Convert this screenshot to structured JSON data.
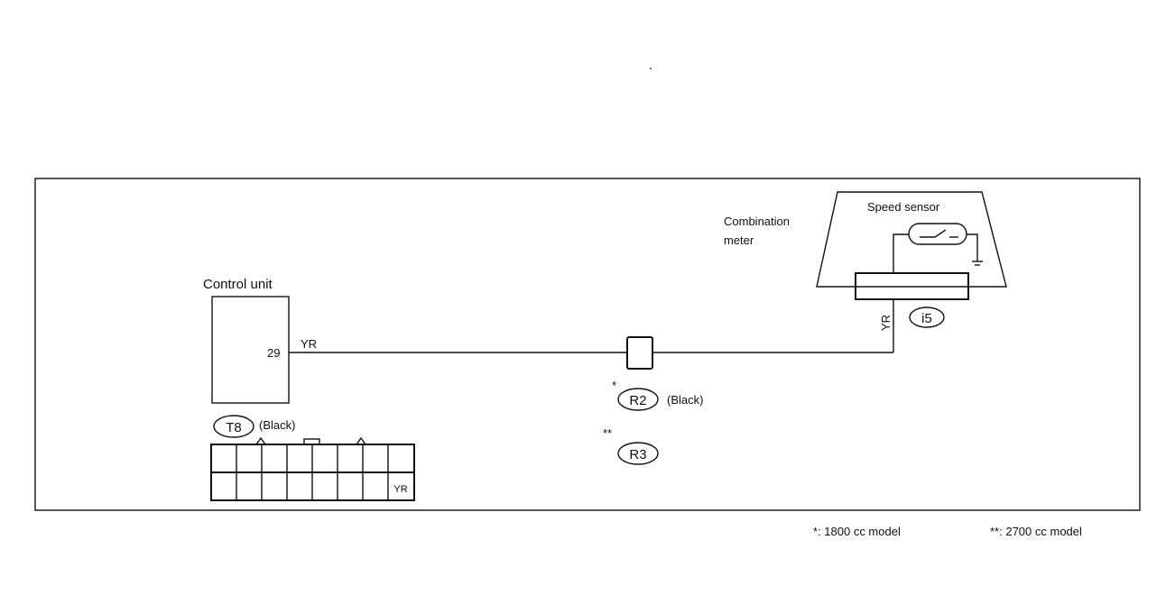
{
  "diagram": {
    "control_unit": {
      "title": "Control unit",
      "pin": "29",
      "wire_color": "YR"
    },
    "connector_t8": {
      "id": "T8",
      "note": "(Black)",
      "pin_label": "YR"
    },
    "connector_r2": {
      "id": "R2",
      "marker": "*",
      "note": "(Black)"
    },
    "connector_r3": {
      "id": "R3",
      "marker": "**"
    },
    "combination_meter": {
      "title_line1": "Combination",
      "title_line2": "meter",
      "sensor_label": "Speed sensor",
      "wire_color": "YR",
      "connector_id": "i5"
    }
  },
  "footnotes": {
    "n1800": "*:  1800 cc model",
    "n2700": "**:  2700 cc model"
  }
}
